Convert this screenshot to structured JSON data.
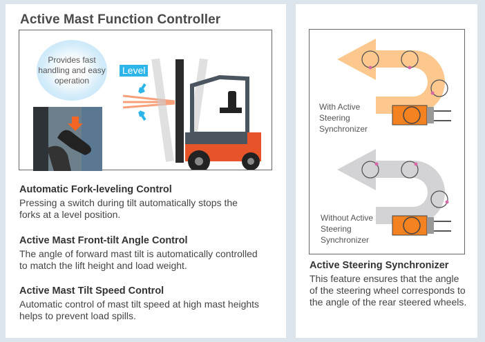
{
  "left": {
    "title": "Active Mast Function Controller",
    "bubble": "Provides fast handling and easy operation",
    "level_label": "Level",
    "sections": [
      {
        "heading": "Automatic Fork-leveling Control",
        "text": "Pressing a switch during tilt automatically stops the forks at a level position."
      },
      {
        "heading": "Active Mast Front-tilt Angle Control",
        "text": "The angle of forward mast tilt is automatically controlled to match the lift height and load weight."
      },
      {
        "heading": "Active Mast Tilt Speed Control",
        "text": "Automatic control of mast tilt speed at high mast heights helps to prevent load spills."
      }
    ]
  },
  "right": {
    "with_label": "With Active Steering Synchronizer",
    "without_label": "Without Active Steering Synchronizer",
    "heading": "Active Steering Synchronizer",
    "text": "This feature ensures that the angle of the steering wheel corresponds to the angle of the rear steered wheels."
  },
  "colors": {
    "orange": "#f58220",
    "blue": "#2db5ea",
    "light_orange": "#fcc88e",
    "gray_arrow": "#d3d3d5"
  }
}
